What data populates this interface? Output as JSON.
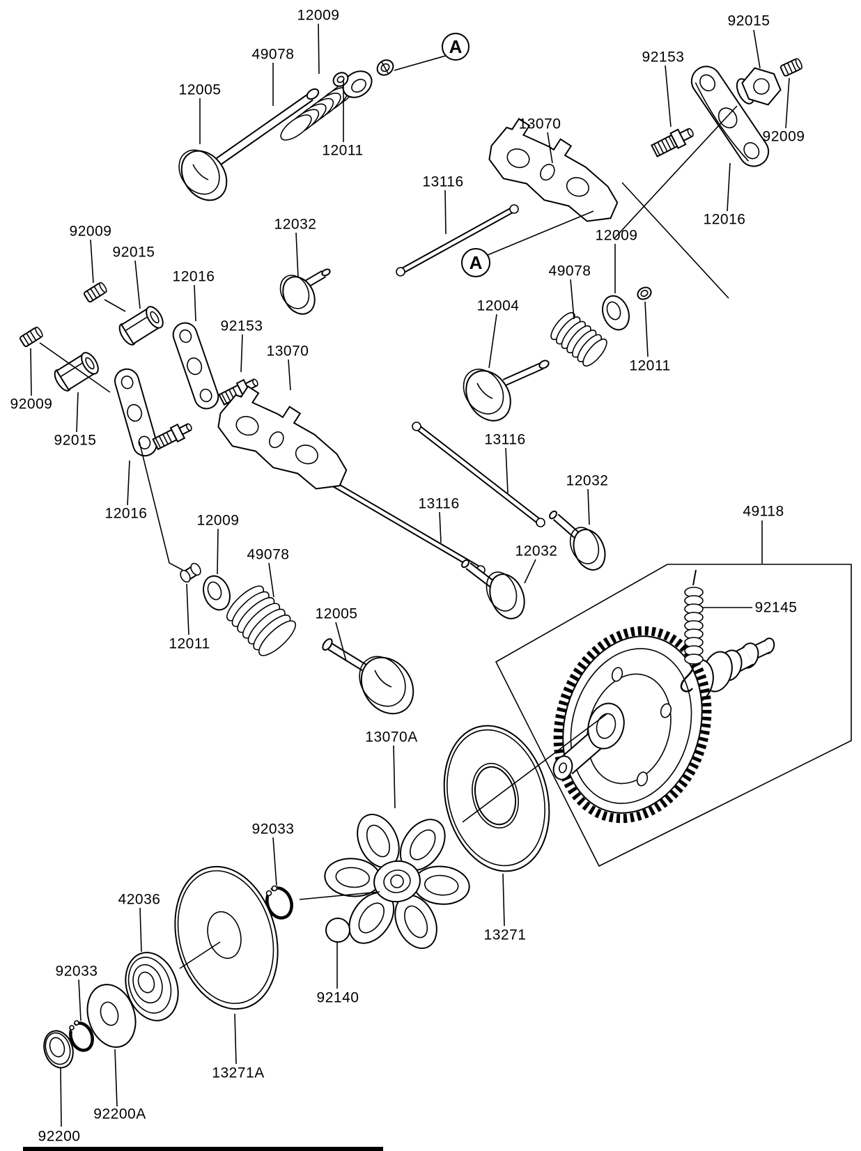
{
  "diagram": {
    "callouts": [
      {
        "id": "12009-exh-top",
        "text": "12009"
      },
      {
        "id": "49078-exh-top",
        "text": "49078"
      },
      {
        "id": "12005-exh-top",
        "text": "12005"
      },
      {
        "id": "12011-exh-top",
        "text": "12011"
      },
      {
        "id": "92015-tr",
        "text": "92015"
      },
      {
        "id": "92153-tr",
        "text": "92153"
      },
      {
        "id": "13070-top",
        "text": "13070"
      },
      {
        "id": "92009-tr",
        "text": "92009"
      },
      {
        "id": "12016-tr",
        "text": "12016"
      },
      {
        "id": "13116-top",
        "text": "13116"
      },
      {
        "id": "12032-top",
        "text": "12032"
      },
      {
        "id": "12009-right",
        "text": "12009"
      },
      {
        "id": "49078-right",
        "text": "49078"
      },
      {
        "id": "12004-intake",
        "text": "12004"
      },
      {
        "id": "12011-right",
        "text": "12011"
      },
      {
        "id": "92009-l1",
        "text": "92009"
      },
      {
        "id": "92015-l1",
        "text": "92015"
      },
      {
        "id": "12016-l1",
        "text": "12016"
      },
      {
        "id": "92153-l1",
        "text": "92153"
      },
      {
        "id": "13070-left",
        "text": "13070"
      },
      {
        "id": "92009-l2",
        "text": "92009"
      },
      {
        "id": "92015-l2",
        "text": "92015"
      },
      {
        "id": "12016-l2",
        "text": "12016"
      },
      {
        "id": "12009-ll",
        "text": "12009"
      },
      {
        "id": "12011-ll",
        "text": "12011"
      },
      {
        "id": "49078-ll",
        "text": "49078"
      },
      {
        "id": "12005-ll",
        "text": "12005"
      },
      {
        "id": "13116-mid-a",
        "text": "13116"
      },
      {
        "id": "13116-mid-b",
        "text": "13116"
      },
      {
        "id": "12032-mid-a",
        "text": "12032"
      },
      {
        "id": "12032-mid-b",
        "text": "12032"
      },
      {
        "id": "49118-camshaft",
        "text": "49118"
      },
      {
        "id": "92145-spring",
        "text": "92145"
      },
      {
        "id": "13070a-plate",
        "text": "13070A"
      },
      {
        "id": "92033-a",
        "text": "92033"
      },
      {
        "id": "13271-disc",
        "text": "13271"
      },
      {
        "id": "92140-ball",
        "text": "92140"
      },
      {
        "id": "13271a-disc",
        "text": "13271A"
      },
      {
        "id": "42036-cup",
        "text": "42036"
      },
      {
        "id": "92033-b",
        "text": "92033"
      },
      {
        "id": "92200a-washer",
        "text": "92200A"
      },
      {
        "id": "92200-washer",
        "text": "92200"
      }
    ],
    "view_markers": [
      {
        "text": "A"
      },
      {
        "text": "A"
      }
    ]
  }
}
